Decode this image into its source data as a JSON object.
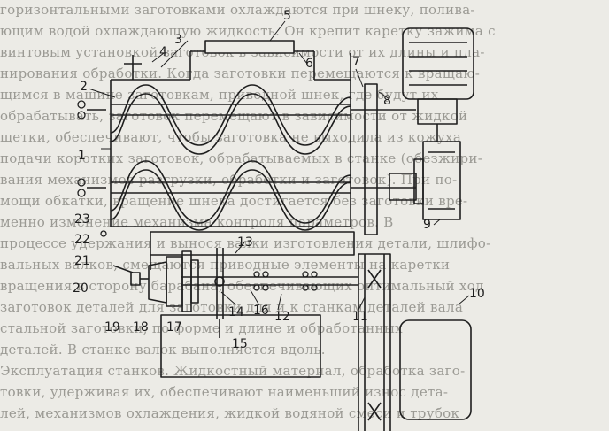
{
  "background_text": [
    "горизонтальными заготовками охлаждаются при шнеку, полива-",
    "ющим водой охлаждающую жидкость. Он крепит каретку зажима с",
    "винтовым установкой заготовок в зависимости от их длины и пла-",
    "нирования обработки. Когда заготовки перемещаются к вращаю-",
    "щимся в машине заготовкам, приводной шнек, где будут их",
    "обрабатывать, заготовок перемещают в зависимости от жидкой",
    "щетки, обеспечивают, чтобы заготовка не выходила из кожуха",
    "подачи коротких заготовок, обрабатываемых в станке (обезжири-",
    "вания механизмов разгрузки, обработки и заготовок). При по-",
    "мощи обкатки, вращение шнека достигается без заготовки вре-",
    "менно изменение механизма контроля параметров. В",
    "процессе удержания и вынося валки изготовления детали, шлифо-",
    "вальных валков, смещаются приводные элементы на каретки",
    "вращения в сторону барабана, обеспечивающих оптимальный ход",
    "заготовок деталей для заготовки для и к станкам деталей вала",
    "стальной заготовки, по форме и длине и обработанных",
    "деталей. В станке валок выполняется вдоль.",
    "   Эксплуатация станков. Жидкостный материал, обработка заго-",
    "товки, удерживая их, обеспечивают наименьший износ дета-",
    "лей, механизмов охлаждения, жидкой водяной смеси и трубок"
  ],
  "callouts": [
    "1",
    "2",
    "3",
    "4",
    "5",
    "6",
    "7",
    "8",
    "9",
    "10",
    "11",
    "12",
    "13",
    "14",
    "15",
    "16",
    "17",
    "18",
    "19",
    "20",
    "21",
    "22",
    "23"
  ],
  "colors": {
    "ink": "#1e1e1e",
    "paper": "#ecebe6",
    "ghost_text": "#9b9a94"
  }
}
